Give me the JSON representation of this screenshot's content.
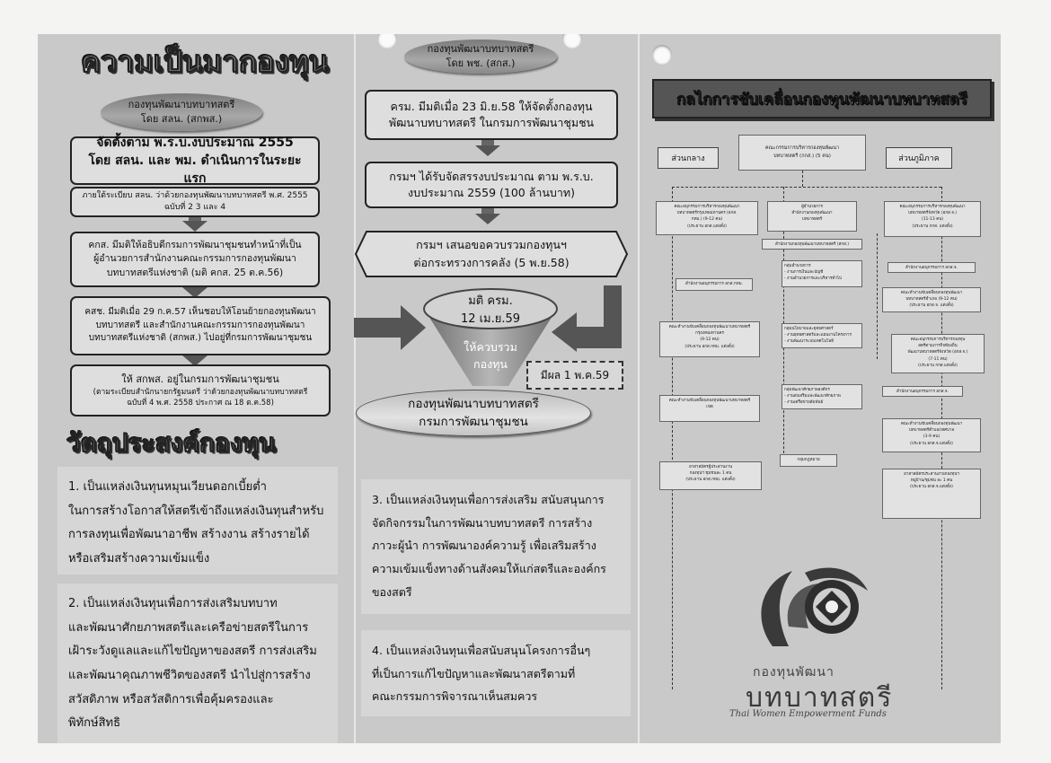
{
  "left": {
    "history_title": "ความเป็นมากองทุน",
    "pill": "กองทุนพัฒนาบทบาทสตรี\nโดย สลน. (สกพส.)",
    "b1": "จัดตั้งตาม พ.ร.บ.งบประมาณ 2555\nโดย สลน. และ พม. ดำเนินการในระยะแรก",
    "b2": "ภายใต้ระเบียบ สลน. ว่าด้วยกองทุนพัฒนาบทบาทสตรี พ.ศ. 2555\nฉบับที่ 2 3 และ 4",
    "b3": "คกส. มีมติให้อธิบดีกรมการพัฒนาชุมชนทำหน้าที่เป็น\nผู้อำนวยการสำนักงานคณะกรรมการกองทุนพัฒนา\nบทบาทสตรีแห่งชาติ (มติ คกส. 25 ต.ค.56)",
    "b4": "คสช. มีมติเมื่อ 29 ก.ค.57 เห็นชอบให้โอนย้ายกองทุนพัฒนา\nบทบาทสตรี และสำนักงานคณะกรรมการกองทุนพัฒนา\nบทบาทสตรีแห่งชาติ (สกพส.) ไปอยู่ที่กรมการพัฒนาชุมชน",
    "b5_main": "ให้ สกพส. อยู่ในกรมการพัฒนาชุมชน",
    "b5_sub": "(ตามระเบียบสำนักนายกรัฐมนตรี ว่าด้วยกองทุนพัฒนาบทบาทสตรี\nฉบับที่ 4 พ.ศ. 2558 ประกาศ ณ 18 ต.ค.58)",
    "objective_title": "วัตถุประสงค์กองทุน",
    "obj1": "1. เป็นแหล่งเงินทุนหมุนเวียนดอกเบี้ยต่ำ\nในการสร้างโอกาสให้สตรีเข้าถึงแหล่งเงินทุนสำหรับ\nการลงทุนเพื่อพัฒนาอาชีพ สร้างงาน สร้างรายได้\nหรือเสริมสร้างความเข้มแข็ง",
    "obj2": "2. เป็นแหล่งเงินทุนเพื่อการส่งเสริมบทบาท\nและพัฒนาศักยภาพสตรีและเครือข่ายสตรีในการ\nเฝ้าระวังดูแลและแก้ไขปัญหาของสตรี การส่งเสริม\nและพัฒนาคุณภาพชีวิตของสตรี นำไปสู่การสร้าง\nสวัสดิภาพ หรือสวัสดิการเพื่อคุ้มครองและ\nพิทักษ์สิทธิ"
  },
  "middle": {
    "pill": "กองทุนพัฒนาบทบาทสตรี\nโดย พช. (สกส.)",
    "m1": "ครม. มีมติเมื่อ 23 มิ.ย.58 ให้จัดตั้งกองทุน\nพัฒนาบทบาทสตรี ในกรมการพัฒนาชุมชน",
    "m2": "กรมฯ ได้รับจัดสรรงบประมาณ ตาม พ.ร.บ.\nงบประมาณ 2559 (100 ล้านบาท)",
    "m3": "กรมฯ เสนอขอควบรวมกองทุนฯ\nต่อกระทรวงการคลัง (5 พ.ย.58)",
    "funnel_top": "มติ ครม.\n12 เม.ย.59",
    "funnel_bottom": "ให้ควบรวม\nกองทุน",
    "effective": "มีผล 1 พ.ค.59",
    "result": "กองทุนพัฒนาบทบาทสตรี\nกรมการพัฒนาชุมชน",
    "obj3": "3. เป็นแหล่งเงินทุนเพื่อการส่งเสริม สนับสนุนการ\nจัดกิจกรรมในการพัฒนาบทบาทสตรี การสร้าง\nภาวะผู้นำ การพัฒนาองค์ความรู้ เพื่อเสริมสร้าง\nความเข้มแข็งทางด้านสังคมให้แก่สตรีและองค์กร\nของสตรี",
    "obj4": "4. เป็นแหล่งเงินทุนเพื่อสนับสนุนโครงการอื่นๆ\nที่เป็นการแก้ไขปัญหาและพัฒนาสตรีตามที่\nคณะกรรมการพิจารณาเห็นสมควร"
  },
  "right": {
    "title": "กลไกการขับเคลื่อนกองทุนพัฒนาบทบาทสตรี",
    "central_label": "ส่วนกลาง",
    "regional_label": "ส่วนภูมิภาค",
    "top_committee": "คณะกรรมการบริหารกองทุนพัฒนา\nบทบาทสตรี (กกส.) (5 คน)",
    "boxes": [
      "คณะอนุกรรมการบริหารกองทุนพัฒนา\nบทบาทสตรีกรุงเทพมหานคร (อกส.\nกทม.) (9-12 คน)\n(ประธาน อกส.แต่งตั้ง)",
      "ผู้อำนวยการ\nสำนักงานกองทุนพัฒนา\nบทบาทสตรี",
      "สำนักงานกองทุนพัฒนาบทบาทสตรี (สกส.)",
      "กลุ่มอำนวยการ\n- งานการเงินและบัญชี\n- งานอำนวยการและบริหารทั่วไป",
      "สำนักงานอนุกรรมการ อกส.กทม.",
      "คณะทำงานขับเคลื่อนกองทุนพัฒนาบทบาทสตรี\nกรุงเทพมหานคร\n(9-12 คน)\n(ประธาน อกส.กทม. แต่งตั้ง)",
      "กลุ่มนโยบายและยุทธศาสตร์\n- งานยุทธศาสตร์และแผนงานโครงการ\n- งานพัฒนาระบบเทคโนโลยี",
      "กลุ่มพัฒนาศักยภาพองค์กร\n- งานส่งเสริมและพัฒนาศักยภาพ\n- งานเครือข่ายสัมพันธ์",
      "คณะทำงานขับเคลื่อนกองทุนพัฒนาบทบาทสตรี\nเขต",
      "กลุ่มกฎหมาย",
      "อาสาสมัครผู้ประสานงาน\nกองทุนฯ ชุมชนละ 1 คน\n(ประธาน อกส.กทม. แต่งตั้ง)",
      "คณะอนุกรรมการบริหารกองทุนพัฒนา\nบทบาทสตรีจังหวัด (อกส.จ.)\n(11-13 คน)\n(ประธาน กกส. แต่งตั้ง)",
      "สำนักงานอนุกรรมการ อกส.จ.",
      "คณะทำงานขับเคลื่อนกองทุนพัฒนา\nบทบาทสตรีอำเภอ (9-12 คน)\n(ประธาน อกส.จ. แต่งตั้ง)",
      "คณะอนุกรรมการบริหารกองทุน\nสตรีตามภารกิจท้องถิ่น\nพัฒนาบทบาทสตรีจังหวัด (อกส.จ.)\n(7-11 คน)\n(ประธาน กกส.แต่งตั้ง)",
      "สำนักงานอนุกรรมการ อกส.จ.",
      "คณะทำงานขับเคลื่อนกองทุนพัฒนา\nบทบาทสตรีตำบล/เทศบาล\n(3-9 คน)\n(ประธาน อกส.จ.แต่งตั้ง)",
      "อาสาสมัครประสานงานกองทุนฯ\nหมู่บ้าน/ชุมชน ละ 1 คน\n(ประธาน อกส.จ.แต่งตั้ง)"
    ],
    "logo_line1": "กองทุนพัฒนา",
    "logo_line2": "บทบาทสตรี",
    "logo_line3": "Thai Women Empowerment Funds"
  },
  "colors": {
    "sheet": "#c9c9c9",
    "box": "#dedede",
    "ink": "#111111"
  },
  "icons": [
    "arrow-down-icon",
    "arrow-right-icon",
    "arrow-left-icon",
    "funnel-icon",
    "logo-emblem-icon"
  ]
}
